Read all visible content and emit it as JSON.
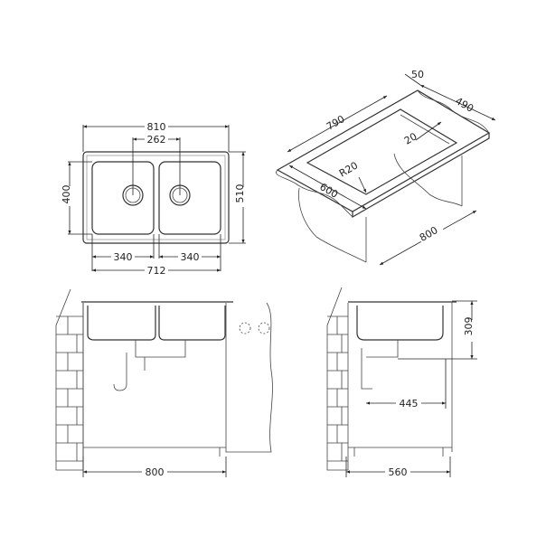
{
  "top_view": {
    "overall_width": "810",
    "drain_spacing": "262",
    "bowl_depth": "400",
    "overall_depth": "510",
    "bowl_left_width": "340",
    "bowl_right_width": "340",
    "bowls_total_width": "712"
  },
  "iso_view": {
    "offset": "50",
    "cutout_length": "790",
    "cutout_depth": "490",
    "edge": "20",
    "radius": "R20",
    "worktop_depth": "600",
    "cabinet_width": "800"
  },
  "front_view": {
    "cabinet_width": "800"
  },
  "side_view": {
    "height": "309",
    "waste_offset": "445",
    "cabinet_depth": "560"
  }
}
